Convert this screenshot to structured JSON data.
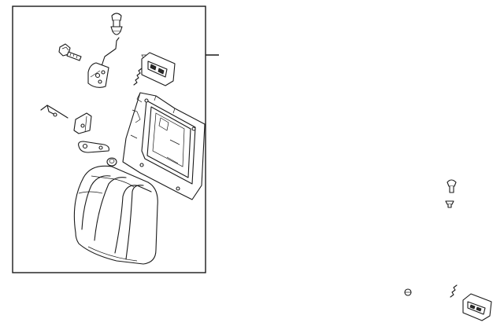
{
  "diagram": {
    "callout_box_present": true,
    "parts": [
      "rivet-clip",
      "bolt",
      "latch-rod",
      "latch-bracket",
      "release-handle",
      "spring",
      "wire-hook",
      "hinge-bracket",
      "striker-plate",
      "grommet",
      "seat-back-frame",
      "seat-back-cushion",
      "clip",
      "push-pin",
      "spring",
      "release-handle"
    ]
  }
}
